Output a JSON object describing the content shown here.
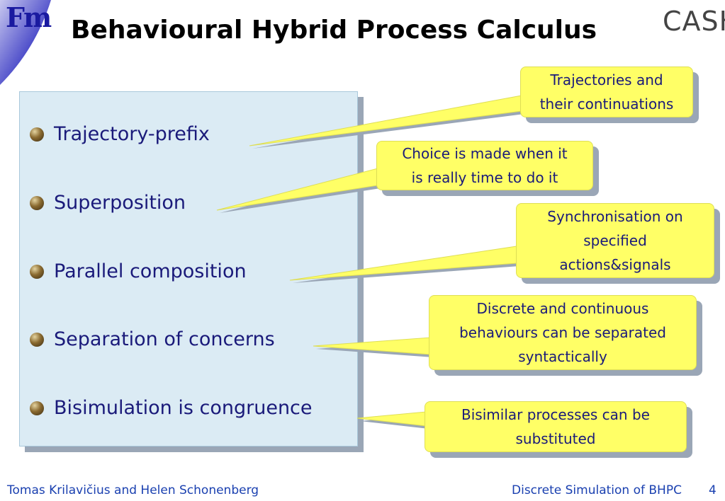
{
  "header": {
    "title": "Behavioural Hybrid Process Calculus",
    "logo_left": "Fm",
    "logo_right": "CASH"
  },
  "bullets": [
    "Trajectory-prefix",
    "Superposition",
    "Parallel composition",
    "Separation of concerns",
    "Bisimulation is congruence"
  ],
  "callouts": [
    {
      "lines": [
        "Trajectories and",
        "their continuations"
      ]
    },
    {
      "lines": [
        "Choice is made when it",
        "is really time to do it"
      ]
    },
    {
      "lines": [
        "Synchronisation on",
        "specified",
        "actions&signals"
      ]
    },
    {
      "lines": [
        "Discrete and continuous",
        "behaviours can be separated",
        "syntactically"
      ]
    },
    {
      "lines": [
        "Bisimilar processes can be",
        "substituted"
      ]
    }
  ],
  "footer": {
    "authors": "Tomas Krilavičius and Helen Schonenberg",
    "talk": "Discrete Simulation of BHPC",
    "page": "4"
  },
  "colors": {
    "title": "#000000",
    "bullet_text": "#1a1a7a",
    "panel": "#dbebf4",
    "callout": "#ffff66",
    "footer": "#1a40b0",
    "corner": "#1f1fa0"
  }
}
